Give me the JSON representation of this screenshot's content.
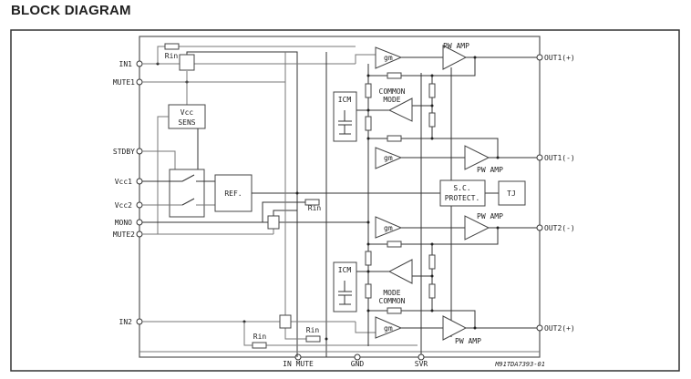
{
  "title": "BLOCK DIAGRAM",
  "pins": {
    "in1": "IN1",
    "mute1": "MUTE1",
    "stdby": "STDBY",
    "vcc1": "Vcc1",
    "vcc2": "Vcc2",
    "mono": "MONO",
    "mute2": "MUTE2",
    "in2": "IN2",
    "in_mute": "IN MUTE",
    "gnd": "GND",
    "svr": "SVR",
    "out1p": "OUT1(+)",
    "out1m": "OUT1(-)",
    "out2m": "OUT2(-)",
    "out2p": "OUT2(+)"
  },
  "blocks": {
    "vcc_sens_line1": "Vcc",
    "vcc_sens_line2": "SENS",
    "ref": "REF.",
    "sc_protect_line1": "S.C.",
    "sc_protect_line2": "PROTECT.",
    "tj": "TJ",
    "icm": "ICM",
    "gm": "gm",
    "pw_amp": "PW AMP",
    "common_mode_line1": "COMMON",
    "common_mode_line2": "MODE",
    "mode_common_line1": "MODE",
    "mode_common_line2": "COMMON",
    "rin": "Rin"
  },
  "figure_code": "M91TDA7393-01"
}
